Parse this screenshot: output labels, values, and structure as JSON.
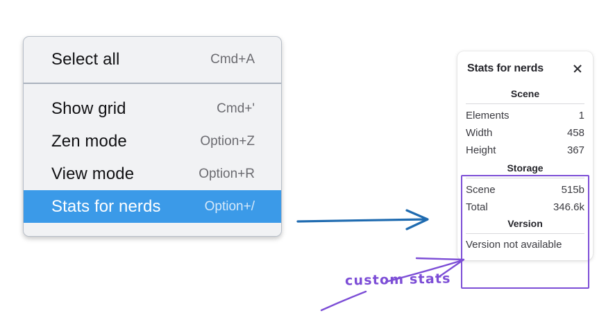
{
  "menu": {
    "sections": [
      {
        "items": [
          {
            "label": "Select all",
            "shortcut": "Cmd+A",
            "selected": false,
            "name": "menu-item-select-all"
          }
        ]
      },
      {
        "items": [
          {
            "label": "Show grid",
            "shortcut": "Cmd+'",
            "selected": false,
            "name": "menu-item-show-grid"
          },
          {
            "label": "Zen mode",
            "shortcut": "Option+Z",
            "selected": false,
            "name": "menu-item-zen-mode"
          },
          {
            "label": "View mode",
            "shortcut": "Option+R",
            "selected": false,
            "name": "menu-item-view-mode"
          },
          {
            "label": "Stats for nerds",
            "shortcut": "Option+/",
            "selected": true,
            "name": "menu-item-stats-for-nerds"
          }
        ]
      }
    ],
    "highlight_color": "#3b9ae8"
  },
  "stats_panel": {
    "title": "Stats for nerds",
    "close_icon": "close-icon",
    "sections": [
      {
        "header": "Scene",
        "rows": [
          {
            "key": "Elements",
            "value": "1"
          },
          {
            "key": "Width",
            "value": "458"
          },
          {
            "key": "Height",
            "value": "367"
          }
        ]
      },
      {
        "header": "Storage",
        "rows": [
          {
            "key": "Scene",
            "value": "515b"
          },
          {
            "key": "Total",
            "value": "346.6k"
          }
        ]
      },
      {
        "header": "Version",
        "note": "Version not available"
      }
    ]
  },
  "annotations": {
    "label": "custom stats",
    "label_color": "#7c4dd6",
    "highlight_box_color": "#7c4dd6",
    "flow_arrow_color": "#1f6bb0"
  }
}
